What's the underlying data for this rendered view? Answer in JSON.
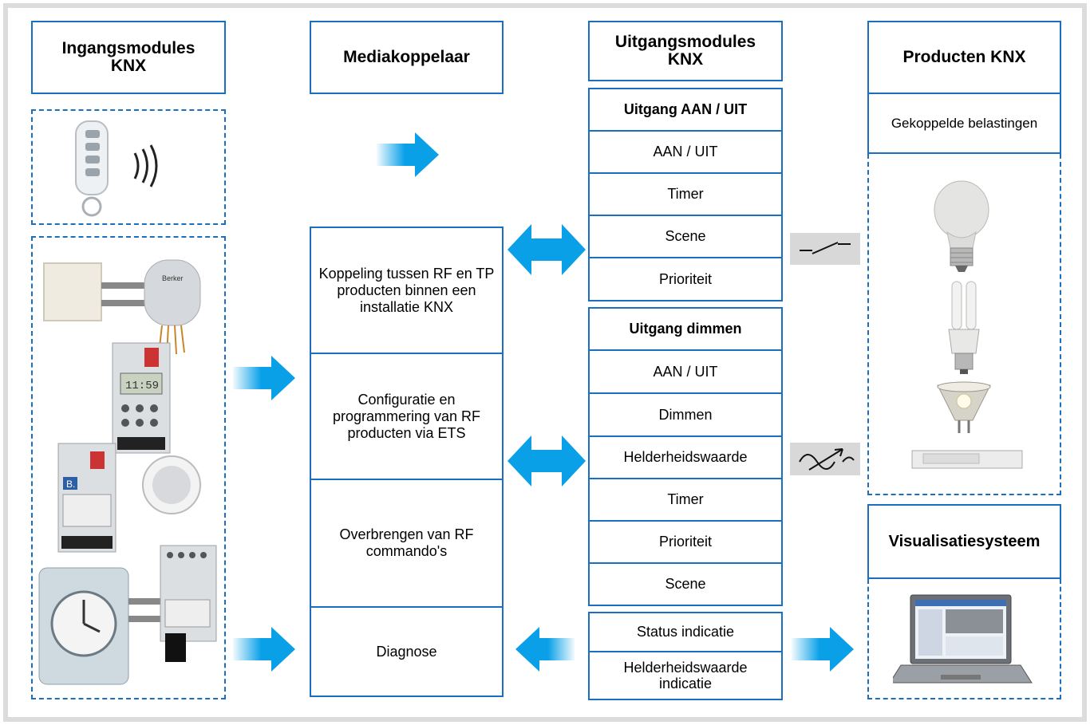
{
  "colors": {
    "border": "#1a6fc0",
    "arrow": "#0aa0e8",
    "frame": "#dcdcdc"
  },
  "headers": {
    "input": "Ingangsmodules\nKNX",
    "media": "Mediakoppelaar",
    "output": "Uitgangsmodules\nKNX",
    "products": "Producten KNX"
  },
  "media": {
    "coupling": "Koppeling tussen RF en TP producten binnen een installatie KNX",
    "config": "Configuratie en programmering van RF producten via ETS",
    "transfer": "Overbrengen van RF commando's",
    "diagnose": "Diagnose"
  },
  "output_onoff": {
    "title": "Uitgang AAN / UIT",
    "items": [
      "AAN / UIT",
      "Timer",
      "Scene",
      "Prioriteit"
    ]
  },
  "output_dim": {
    "title": "Uitgang dimmen",
    "items": [
      "AAN / UIT",
      "Dimmen",
      "Helderheidswaarde",
      "Timer",
      "Prioriteit",
      "Scene"
    ]
  },
  "status": {
    "items": [
      "Status indicatie",
      "Helderheidswaarde\nindicatie"
    ]
  },
  "products": {
    "loads_title": "Gekoppelde belastingen",
    "visual_title": "Visualisatiesysteem"
  },
  "icons": [
    "remote-control-icon",
    "wall-switch-icon",
    "timer-module-icon",
    "lightbulb-icon",
    "cfl-bulb-icon",
    "halogen-lamp-icon",
    "ballast-icon",
    "laptop-icon",
    "switch-symbol-icon",
    "dimmer-symbol-icon"
  ]
}
